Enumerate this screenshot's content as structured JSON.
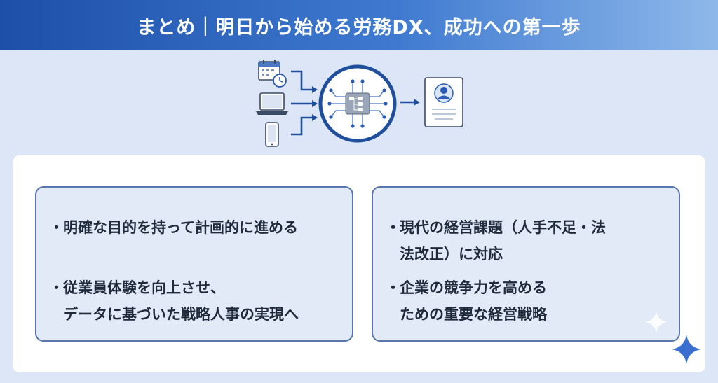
{
  "header": {
    "title": "まとめ｜明日から始める労務DX、成功への第一歩"
  },
  "diagram": {
    "inputs": [
      "calendar-icon",
      "laptop-icon",
      "smartphone-icon"
    ],
    "hub": "workflow-hub-icon",
    "output": "profile-card-icon"
  },
  "left_card": {
    "item1": "明確な目的を持って計画的に進める",
    "item2_line1": "従業員体験を向上させ、",
    "item2_line2": "データに基づいた戦略人事の実現へ"
  },
  "right_card": {
    "item1_line1": "現代の経営課題（人手不足・法",
    "item1_line2": "法改正）に対応",
    "item2_line1": "企業の競争力を高める",
    "item2_line2": "ための重要な経営戦略"
  },
  "bullet_glyph": "・",
  "colors": {
    "header_start": "#1d4fa8",
    "header_end": "#8eb8ea",
    "background": "#dde6f6",
    "card_border": "#5876ad",
    "card_fill": "#e2eaf8",
    "accent": "#2a5bb5"
  }
}
